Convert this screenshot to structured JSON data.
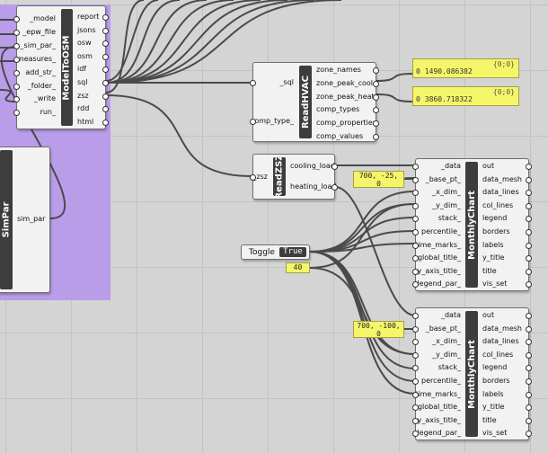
{
  "canvas": {
    "grid_color": "#c3c3c3",
    "background": "#d4d4d4",
    "group_color": "#b698ea",
    "wire_color": "#4a4a4a"
  },
  "model_to_osm": {
    "title": "ModelToOSM",
    "inputs": [
      "_model",
      "_epw_file",
      "_sim_par_",
      "measures_",
      "add_str_",
      "_folder_",
      "_write",
      "run_"
    ],
    "outputs": [
      "report",
      "jsons",
      "osw",
      "osm",
      "idf",
      "sql",
      "zsz",
      "rdd",
      "html"
    ]
  },
  "sim_par": {
    "title": "SimPar",
    "outputs": [
      "sim_par"
    ]
  },
  "read_hvac": {
    "title": "ReadHVAC",
    "inputs": [
      "_sql",
      "comp_type_"
    ],
    "outputs": [
      "zone_names",
      "zone_peak_cool",
      "zone_peak_heat",
      "comp_types",
      "comp_properties",
      "comp_values"
    ]
  },
  "read_zsz": {
    "title": "ReadZSZ",
    "inputs": [
      "_zsz"
    ],
    "outputs": [
      "cooling_load",
      "heating_load"
    ]
  },
  "panel_cool": {
    "path": "{0;0}",
    "index": "0",
    "value": "1490.086382"
  },
  "panel_heat": {
    "path": "{0;0}",
    "index": "0",
    "value": "3860.718322"
  },
  "point_panel_1": {
    "line1": "700, -25,",
    "line2": "0"
  },
  "point_panel_2": {
    "line1": "700, -100,",
    "line2": "0"
  },
  "toggle": {
    "label": "Toggle",
    "value": "True"
  },
  "number_panel": {
    "value": "40"
  },
  "monthly_chart_1": {
    "title": "MonthlyChart",
    "inputs": [
      "_data",
      "_base_pt_",
      "_x_dim_",
      "_y_dim_",
      "stack_",
      "percentile_",
      "time_marks_",
      "global_title_",
      "y_axis_title_",
      "legend_par_"
    ],
    "outputs": [
      "out",
      "data_mesh",
      "data_lines",
      "col_lines",
      "legend",
      "borders",
      "labels",
      "y_title",
      "title",
      "vis_set"
    ]
  },
  "monthly_chart_2": {
    "title": "MonthlyChart",
    "inputs": [
      "_data",
      "_base_pt_",
      "_x_dim_",
      "_y_dim_",
      "stack_",
      "percentile_",
      "time_marks_",
      "global_title_",
      "y_axis_title_",
      "legend_par_"
    ],
    "outputs": [
      "out",
      "data_mesh",
      "data_lines",
      "col_lines",
      "legend",
      "borders",
      "labels",
      "y_title",
      "title",
      "vis_set"
    ]
  }
}
